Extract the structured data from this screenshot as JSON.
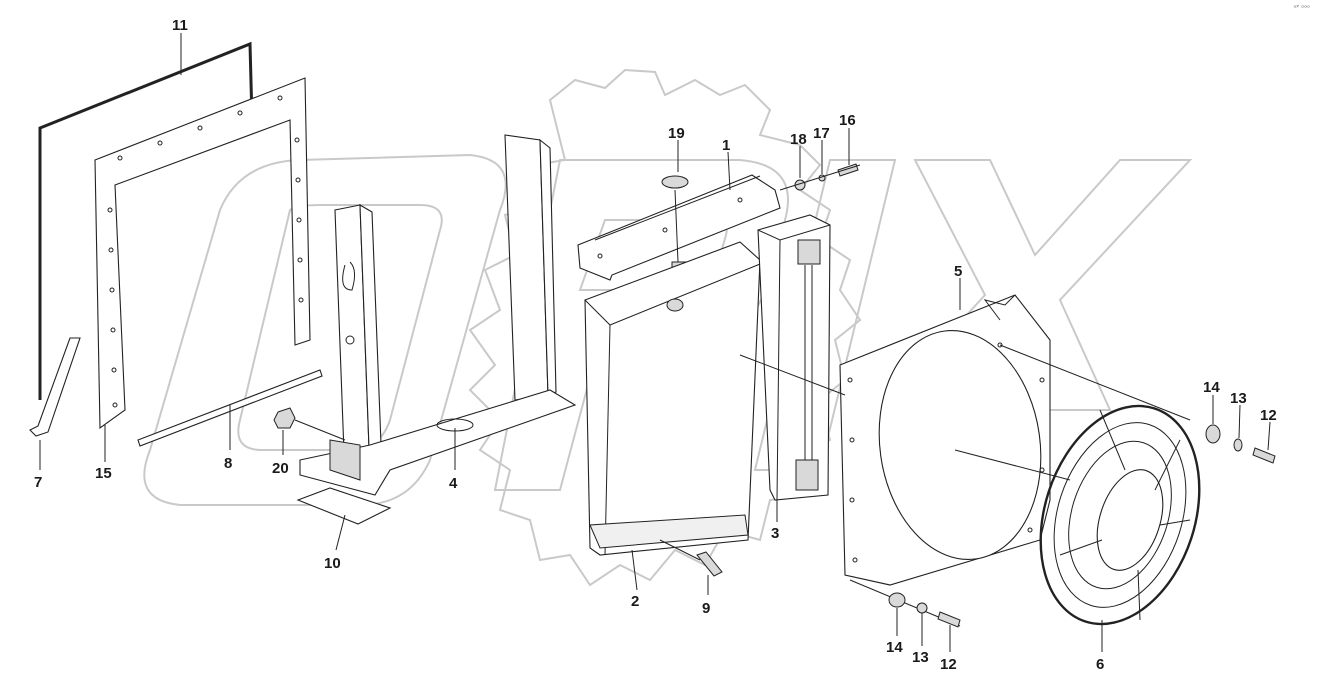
{
  "corner_code": "ᵒᴾ ᵒᵒᵒ",
  "colors": {
    "line": "#222222",
    "watermark": "#c9c9c9",
    "background": "#ffffff"
  },
  "callouts": [
    {
      "id": "c1",
      "label": "1",
      "part": "upper-bracket"
    },
    {
      "id": "c2",
      "label": "2",
      "part": "radiator-core"
    },
    {
      "id": "c3",
      "label": "3",
      "part": "oil-cooler"
    },
    {
      "id": "c4",
      "label": "4",
      "part": "frame-support"
    },
    {
      "id": "c5",
      "label": "5",
      "part": "fan-shroud"
    },
    {
      "id": "c6",
      "label": "6",
      "part": "fan-guard"
    },
    {
      "id": "c7",
      "label": "7",
      "part": "stay-rod"
    },
    {
      "id": "c8",
      "label": "8",
      "part": "flat-bar"
    },
    {
      "id": "c9",
      "label": "9",
      "part": "drain-bolt"
    },
    {
      "id": "c10",
      "label": "10",
      "part": "base-plate"
    },
    {
      "id": "c11",
      "label": "11",
      "part": "seal-strip"
    },
    {
      "id": "c12a",
      "label": "12",
      "part": "bolt-right"
    },
    {
      "id": "c13a",
      "label": "13",
      "part": "washer-right"
    },
    {
      "id": "c14a",
      "label": "14",
      "part": "spacer-right"
    },
    {
      "id": "c12b",
      "label": "12",
      "part": "bolt-bottom"
    },
    {
      "id": "c13b",
      "label": "13",
      "part": "washer-bottom"
    },
    {
      "id": "c14b",
      "label": "14",
      "part": "spacer-bottom"
    },
    {
      "id": "c15",
      "label": "15",
      "part": "front-panel"
    },
    {
      "id": "c16",
      "label": "16",
      "part": "bolt-top"
    },
    {
      "id": "c17",
      "label": "17",
      "part": "washer-top"
    },
    {
      "id": "c18",
      "label": "18",
      "part": "spacer-top"
    },
    {
      "id": "c19",
      "label": "19",
      "part": "filler-cap"
    },
    {
      "id": "c20",
      "label": "20",
      "part": "nut"
    }
  ]
}
